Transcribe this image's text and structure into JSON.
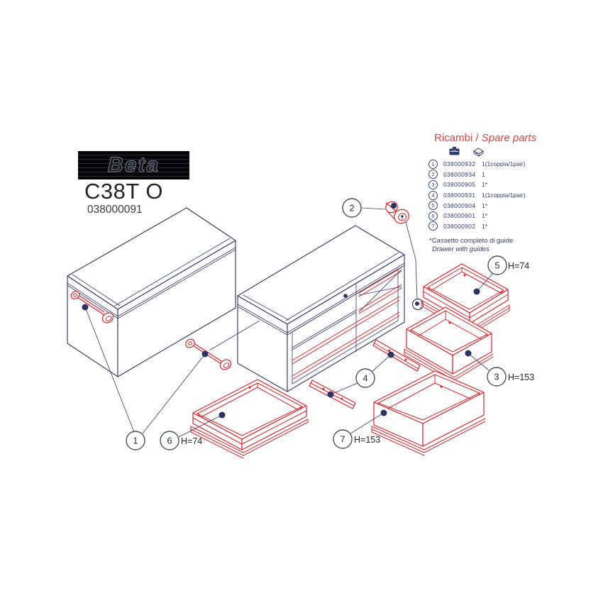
{
  "logo": {
    "brand": "Beta"
  },
  "title": {
    "model": "C38T O",
    "code": "038000091"
  },
  "parts": {
    "heading_it": "Ricambi /",
    "heading_en": " Spare parts",
    "rows": [
      {
        "n": "1",
        "code": "038000932",
        "qty": "1(1coppia/1pair)"
      },
      {
        "n": "2",
        "code": "038000934",
        "qty": "1"
      },
      {
        "n": "3",
        "code": "038000905",
        "qty": "1*"
      },
      {
        "n": "4",
        "code": "038000931",
        "qty": "1(1coppia/1pair)"
      },
      {
        "n": "5",
        "code": "038000904",
        "qty": "1*"
      },
      {
        "n": "6",
        "code": "038000901",
        "qty": "1*"
      },
      {
        "n": "7",
        "code": "038000902",
        "qty": "1*"
      }
    ],
    "footnote_it": "*Cassetto completo di guide",
    "footnote_en": "Drawer with guides"
  },
  "diagram": {
    "callouts": {
      "c1": "1",
      "c2": "2",
      "c3": "3",
      "c4": "4",
      "c5": "5",
      "c6": "6",
      "c7": "7"
    },
    "labels": {
      "h5": "H=74",
      "h3": "H=153",
      "h6": "H=74",
      "h7": "H=153"
    }
  },
  "colors": {
    "line_navy": "#343a63",
    "part_red": "#d8262c",
    "heading_red": "#dd4545"
  }
}
